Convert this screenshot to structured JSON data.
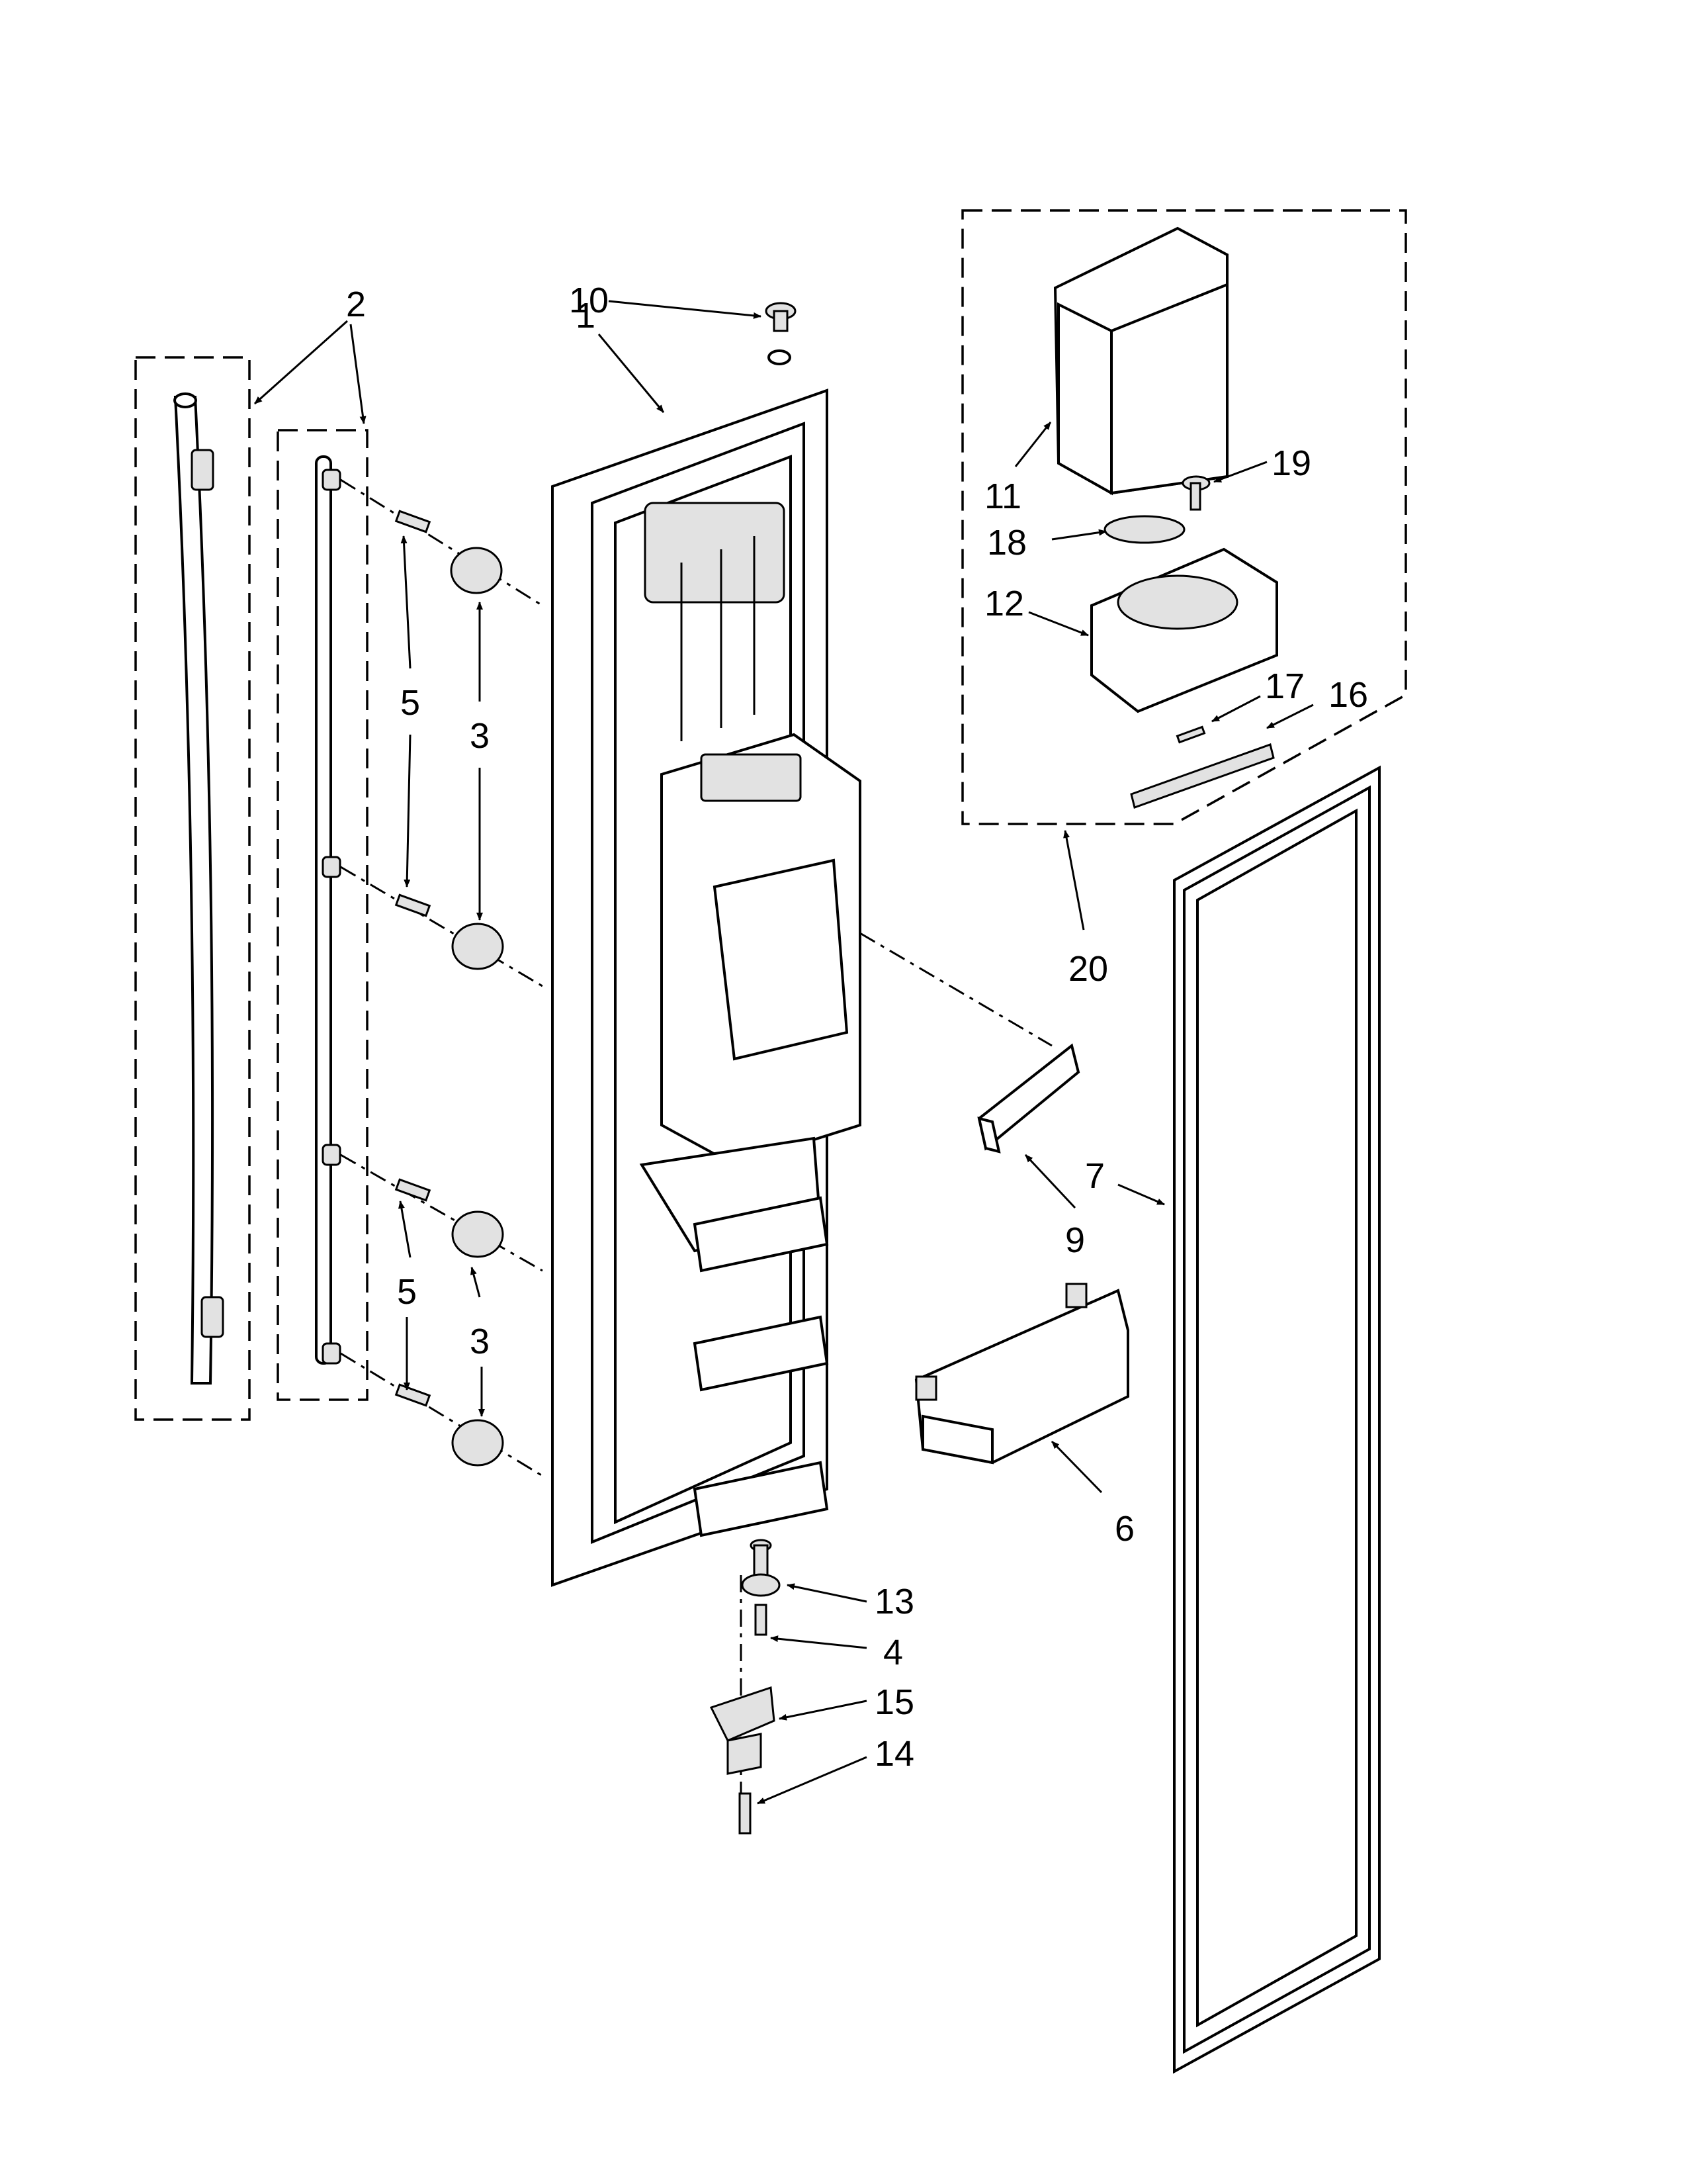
{
  "callouts": [
    {
      "id": "1",
      "text": "1"
    },
    {
      "id": "2",
      "text": "2"
    },
    {
      "id": "3a",
      "text": "3"
    },
    {
      "id": "3b",
      "text": "3"
    },
    {
      "id": "4",
      "text": "4"
    },
    {
      "id": "5a",
      "text": "5"
    },
    {
      "id": "5b",
      "text": "5"
    },
    {
      "id": "6",
      "text": "6"
    },
    {
      "id": "7",
      "text": "7"
    },
    {
      "id": "9",
      "text": "9"
    },
    {
      "id": "10",
      "text": "10"
    },
    {
      "id": "11",
      "text": "11"
    },
    {
      "id": "12",
      "text": "12"
    },
    {
      "id": "13",
      "text": "13"
    },
    {
      "id": "14",
      "text": "14"
    },
    {
      "id": "15",
      "text": "15"
    },
    {
      "id": "16",
      "text": "16"
    },
    {
      "id": "17",
      "text": "17"
    },
    {
      "id": "18",
      "text": "18"
    },
    {
      "id": "19",
      "text": "19"
    },
    {
      "id": "20",
      "text": "20"
    }
  ]
}
